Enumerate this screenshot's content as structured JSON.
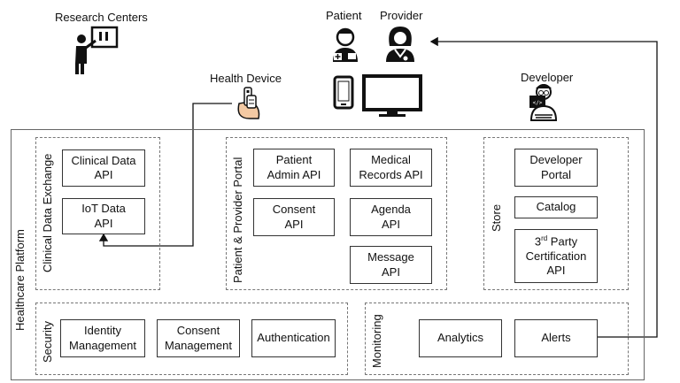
{
  "actors": {
    "research_centers": "Research Centers",
    "patient": "Patient",
    "provider": "Provider",
    "health_device": "Health Device",
    "developer": "Developer"
  },
  "platform_label": "Healthcare Platform",
  "groups": {
    "clinical": {
      "label": "Clinical Data Exchange",
      "clinical_data_api": [
        "Clinical Data",
        "API"
      ],
      "iot_data_api": [
        "IoT Data",
        "API"
      ]
    },
    "portal": {
      "label": "Patient & Provider Portal",
      "patient_admin_api": [
        "Patient",
        "Admin API"
      ],
      "consent_api": [
        "Consent",
        "API"
      ],
      "medical_records_api": [
        "Medical",
        "Records API"
      ],
      "agenda_api": [
        "Agenda",
        "API"
      ],
      "message_api": [
        "Message",
        "API"
      ]
    },
    "store": {
      "label": "Store",
      "developer_portal": [
        "Developer",
        "Portal"
      ],
      "catalog": "Catalog",
      "third_party_num": "3",
      "third_party_sup": "rd",
      "third_party_rest": " Party",
      "certification": "Certification",
      "api": "API"
    },
    "security": {
      "label": "Security",
      "identity_management": [
        "Identity",
        "Management"
      ],
      "consent_management": [
        "Consent",
        "Management"
      ],
      "authentication": "Authentication"
    },
    "monitoring": {
      "label": "Monitoring",
      "analytics": "Analytics",
      "alerts": "Alerts"
    }
  },
  "colors": {
    "line": "#111111",
    "dash": "#777777"
  }
}
